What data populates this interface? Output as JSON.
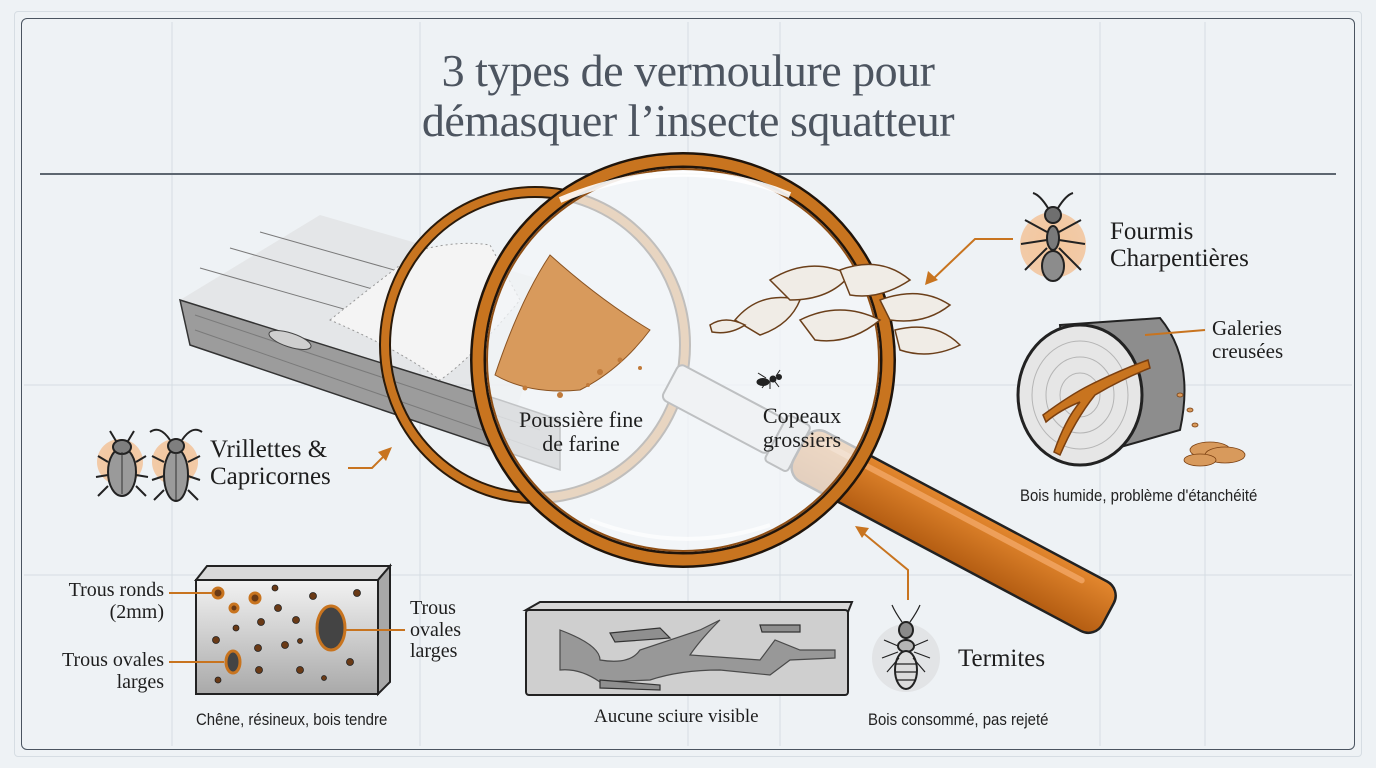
{
  "title": {
    "line1": "3 types de vermoulure pour",
    "line2": "démasquer l’insecte squatteur"
  },
  "colors": {
    "background": "#eef2f5",
    "accent_orange": "#c8741f",
    "title_gray": "#4d5560",
    "frame": "#4a5460"
  },
  "magnifier": {
    "lens_left_label_line1": "Poussière fine",
    "lens_left_label_line2": "de farine",
    "lens_right_label_line1": "Copeaux",
    "lens_right_label_line2": "grossiers"
  },
  "vrillettes": {
    "name_line1": "Vrillettes &",
    "name_line2": "Capricornes",
    "icons": [
      "beetle-icon",
      "longhorn-beetle-icon"
    ],
    "wood_callouts": {
      "round_holes_line1": "Trous ronds",
      "round_holes_line2": "(2mm)",
      "oval_holes_left_line1": "Trous ovales",
      "oval_holes_left_line2": "larges",
      "oval_holes_right_line1": "Trous",
      "oval_holes_right_line2": "ovales",
      "oval_holes_right_line3": "larges"
    },
    "caption": "Chêne, résineux, bois tendre"
  },
  "fourmis": {
    "name_line1": "Fourmis",
    "name_line2": "Charpentières",
    "icon": "ant-icon",
    "callout_line1": "Galeries",
    "callout_line2": "creusées",
    "caption": "Bois humide, problème d'étanchéité"
  },
  "termites": {
    "name": "Termites",
    "icon": "termite-icon",
    "wood_caption": "Aucune sciure visible",
    "caption": "Bois consommé, pas rejeté"
  }
}
